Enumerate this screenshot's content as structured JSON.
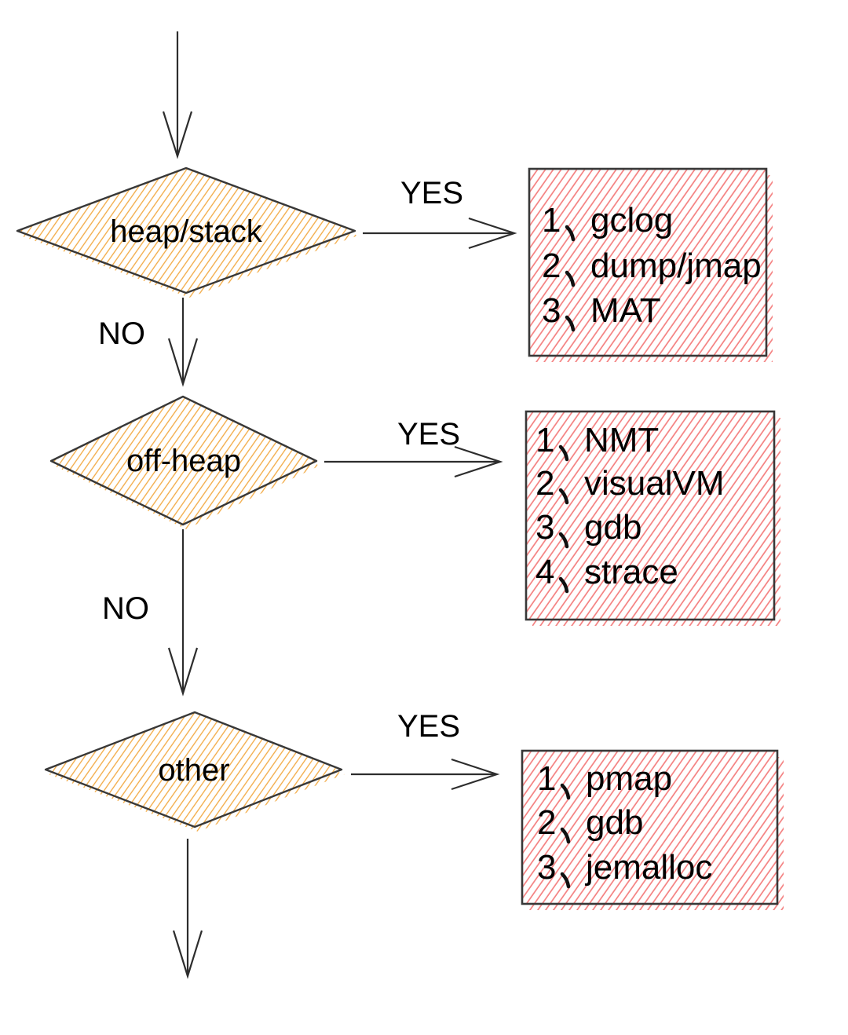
{
  "flowchart": {
    "branch_labels": {
      "yes": "YES",
      "no": "NO"
    },
    "list_separator": "、",
    "decisions": [
      {
        "label": "heap/stack"
      },
      {
        "label": "off-heap"
      },
      {
        "label": "other"
      }
    ],
    "result_boxes": [
      {
        "items": [
          {
            "num": "1",
            "label": "gclog"
          },
          {
            "num": "2",
            "label": "dump/jmap"
          },
          {
            "num": "3",
            "label": "MAT"
          }
        ]
      },
      {
        "items": [
          {
            "num": "1",
            "label": "NMT"
          },
          {
            "num": "2",
            "label": "visualVM"
          },
          {
            "num": "3",
            "label": "gdb"
          },
          {
            "num": "4",
            "label": "strace"
          }
        ]
      },
      {
        "items": [
          {
            "num": "1",
            "label": "pmap"
          },
          {
            "num": "2",
            "label": "gdb"
          },
          {
            "num": "3",
            "label": "jemalloc"
          }
        ]
      }
    ],
    "colors": {
      "diamond_hatch": "#F2A840",
      "box_hatch": "#F48080",
      "outline": "#383838",
      "arrow": "#2D2D2D",
      "text": "#000000"
    }
  }
}
